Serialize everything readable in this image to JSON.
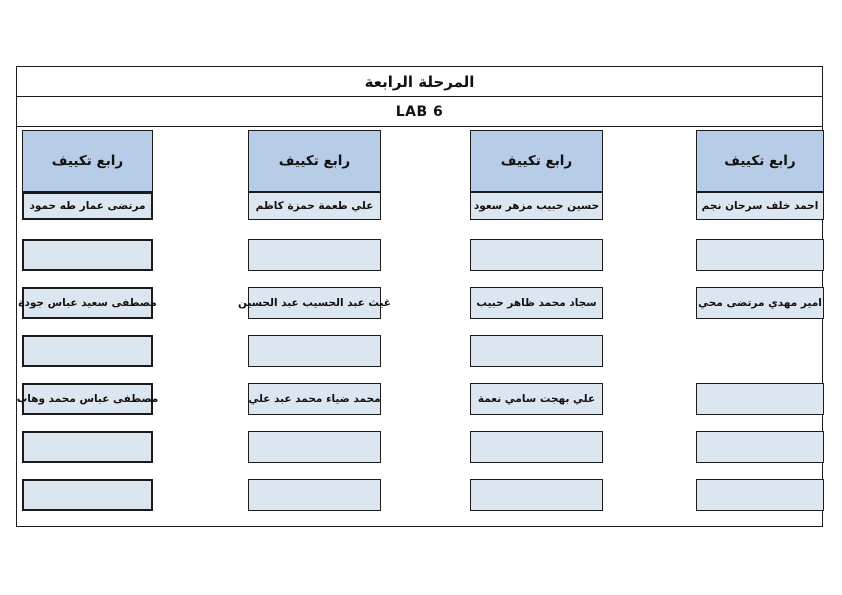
{
  "page": {
    "title": "المرحلة الرابعة",
    "subtitle": "LAB 6"
  },
  "colors": {
    "header_fill": "#b7cce6",
    "cell_fill": "#dce6f1",
    "border": "#1b1b1b",
    "background": "#ffffff"
  },
  "columns": [
    {
      "header": "رابع تكييف",
      "rows": [
        "مرتضى عمار طه حمود",
        "",
        "مصطفى سعيد عباس جودة",
        "",
        "مصطفى عباس محمد وهاب",
        "",
        ""
      ]
    },
    {
      "header": "رابع تكييف",
      "rows": [
        "علي طعمة حمزة كاظم",
        "",
        "غيث عبد الحسيب عبد الحسين",
        "",
        "محمد ضياء محمد عبد علي",
        "",
        ""
      ]
    },
    {
      "header": "رابع تكييف",
      "rows": [
        "حسين حبيب مزهر سعود",
        "",
        "سجاد محمد ظاهر حبيب",
        "",
        "علي بهجت سامي نعمة",
        "",
        ""
      ]
    },
    {
      "header": "رابع تكييف",
      "rows": [
        "احمد خلف سرحان نجم",
        "",
        "امير مهدي مرتضى محي",
        null,
        "",
        "",
        ""
      ]
    }
  ]
}
